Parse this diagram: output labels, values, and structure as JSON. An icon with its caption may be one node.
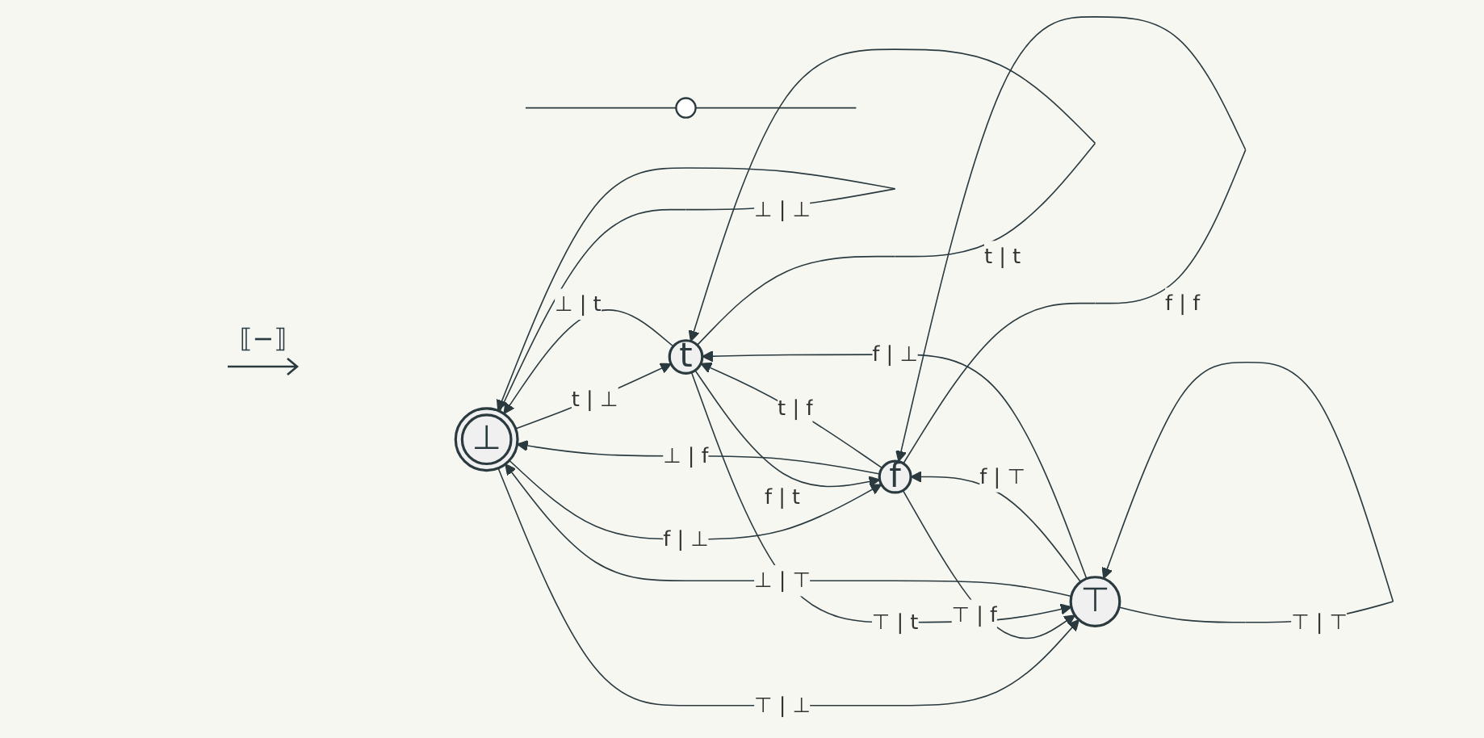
{
  "diagram": {
    "nodes": [
      {
        "text": [
          "⊥"
        ]
      },
      {
        "text": [],
        "shape": "circle"
      },
      {
        "text": [
          "t"
        ]
      },
      {
        "text": [
          "f"
        ]
      },
      {
        "text": [
          "⊤"
        ]
      }
    ],
    "edges": [
      {
        "from": null,
        "to": 1,
        "arrow": "none"
      },
      {
        "from": 1,
        "to": null,
        "arrow": "none"
      },
      {
        "from": 0,
        "to": 0,
        "arrow": "to",
        "label": "⊥ | ⊥"
      },
      {
        "from": 0,
        "to": 2,
        "arrow": "to",
        "label": "t | ⊥"
      },
      {
        "from": 2,
        "to": 0,
        "arrow": "to",
        "label": "⊥ | t"
      },
      {
        "from": 0,
        "to": 3,
        "arrow": "to",
        "label": "f | ⊥"
      },
      {
        "from": 3,
        "to": 0,
        "arrow": "to",
        "label": "⊥ | f"
      },
      {
        "from": 0,
        "to": 4,
        "arrow": "to",
        "label": "⊤ | ⊥"
      },
      {
        "from": 4,
        "to": 0,
        "arrow": "to",
        "label": "⊥ | ⊤"
      },
      {
        "from": 2,
        "to": 2,
        "arrow": "to",
        "label": "t | t"
      },
      {
        "from": 2,
        "to": 3,
        "arrow": "to",
        "label": "f | t"
      },
      {
        "from": 3,
        "to": 2,
        "arrow": "to",
        "label": "t | f"
      },
      {
        "from": 3,
        "to": 3,
        "arrow": "to",
        "label": "f | f"
      },
      {
        "from": 3,
        "to": 4,
        "arrow": "to",
        "label": "⊤ | f"
      },
      {
        "from": 4,
        "to": 3,
        "arrow": "to",
        "label": "f | ⊤"
      },
      {
        "from": 2,
        "to": 4,
        "arrow": "to",
        "label": "⊤ | t"
      },
      {
        "from": 4,
        "to": 2,
        "arrow": "to",
        "label": "f | ⊥"
      },
      {
        "from": 4,
        "to": 4,
        "arrow": "to",
        "label": "⊤ | ⊤"
      }
    ],
    "labels": [
      "⟦−⟧"
    ]
  }
}
